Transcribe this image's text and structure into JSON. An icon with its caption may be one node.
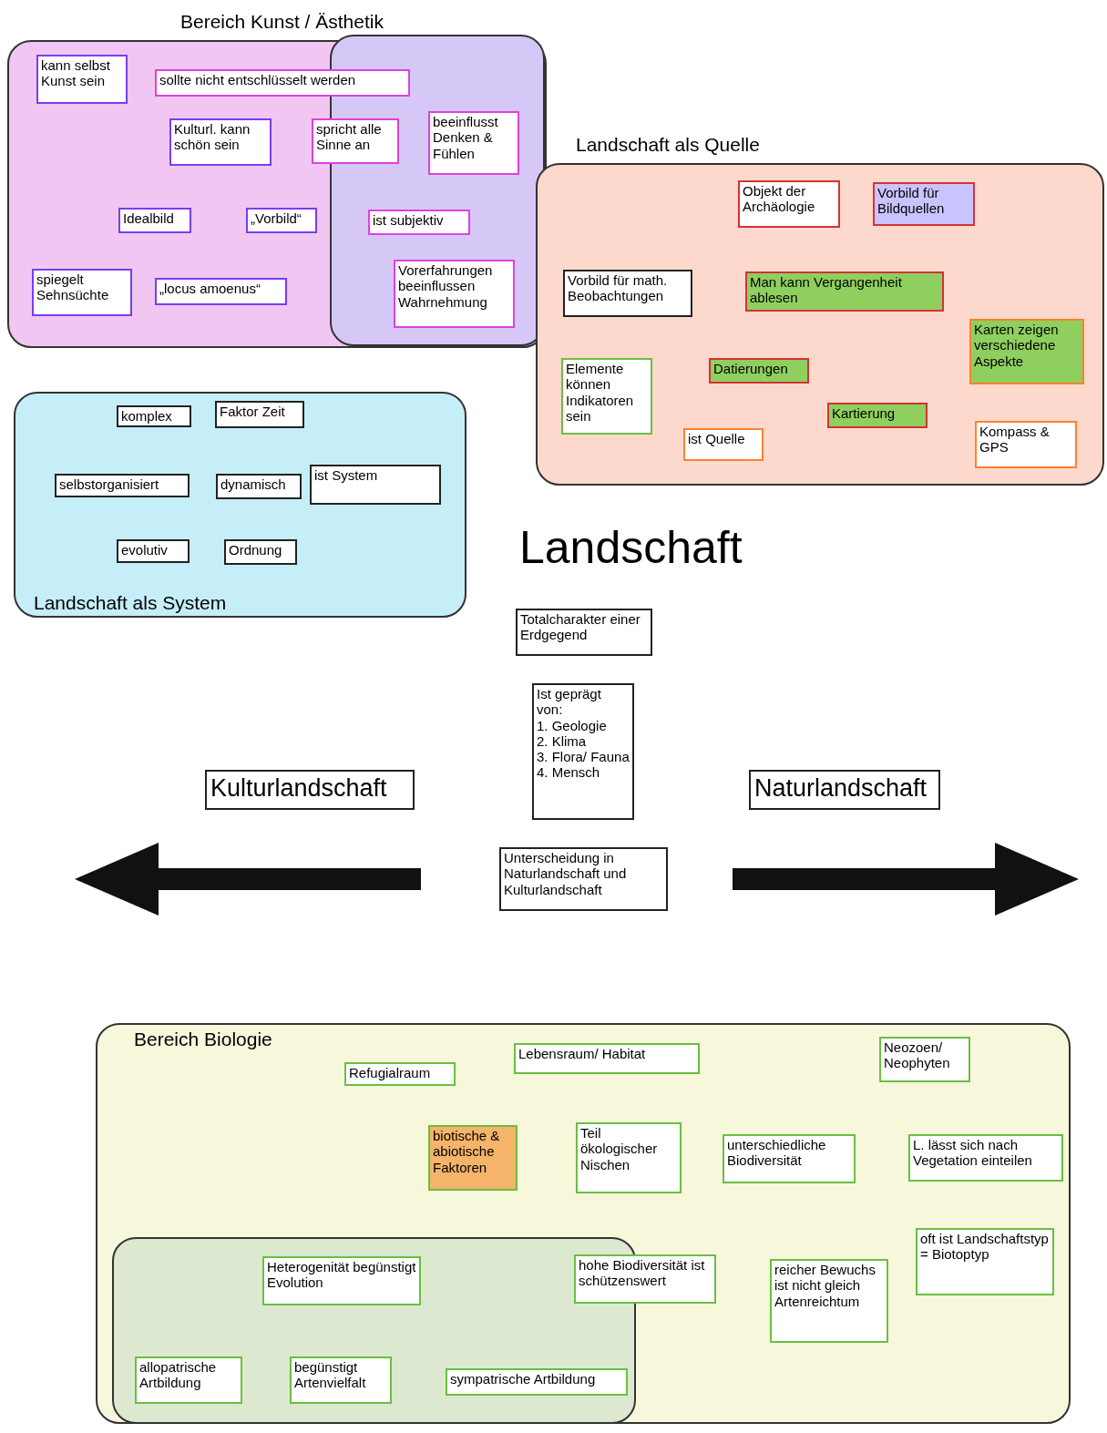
{
  "diagram": {
    "title": "Landschaft",
    "nodes": [
      {
        "text": [
          "Bereich Kunst / Ästhetik"
        ]
      },
      {
        "text": [],
        "shape": "box",
        "in": 0
      },
      {
        "text": [
          "kann selbst Kunst sein"
        ],
        "in": 0
      },
      {
        "text": [
          "sollte nicht entschlüsselt werden"
        ],
        "in": 0
      },
      {
        "text": [
          "Kulturl. kann schön sein"
        ],
        "in": 0
      },
      {
        "text": [
          "spricht alle Sinne an"
        ],
        "in": 0
      },
      {
        "text": [
          "beeinflusst Denken & Fühlen"
        ],
        "in": 1
      },
      {
        "text": [
          "Idealbild"
        ],
        "in": 0
      },
      {
        "text": [
          "„Vorbild“"
        ],
        "in": 0
      },
      {
        "text": [
          "ist subjektiv"
        ],
        "in": 1
      },
      {
        "text": [
          "spiegelt Sehnsüchte"
        ],
        "in": 0
      },
      {
        "text": [
          "„locus amoenus“"
        ],
        "in": 0
      },
      {
        "text": [
          "Vorerfahrungen beeinflussen Wahrnehmung"
        ],
        "in": 1
      },
      {
        "text": [
          "Landschaft als Quelle"
        ]
      },
      {
        "text": [
          "Objekt der Archäologie"
        ],
        "in": 13
      },
      {
        "text": [
          "Vorbild für Bildquellen"
        ],
        "in": 13
      },
      {
        "text": [
          "Vorbild für math. Beobachtungen"
        ],
        "in": 13
      },
      {
        "text": [
          "Man kann Vergangenheit ablesen"
        ],
        "in": 13
      },
      {
        "text": [
          "Karten zeigen verschiedene Aspekte"
        ],
        "in": 13
      },
      {
        "text": [
          "Elemente können Indikatoren sein"
        ],
        "in": 13
      },
      {
        "text": [
          "Datierungen"
        ],
        "in": 13
      },
      {
        "text": [
          "Kartierung"
        ],
        "in": 13
      },
      {
        "text": [
          "ist Quelle"
        ],
        "in": 13
      },
      {
        "text": [
          "Kompass & GPS"
        ],
        "in": 13
      },
      {
        "text": [
          "Landschaft als System"
        ]
      },
      {
        "text": [
          "komplex"
        ],
        "in": 24
      },
      {
        "text": [
          "Faktor Zeit"
        ],
        "in": 24
      },
      {
        "text": [
          "selbstorganisiert"
        ],
        "in": 24
      },
      {
        "text": [
          "dynamisch"
        ],
        "in": 24
      },
      {
        "text": [
          "ist System"
        ],
        "in": 24
      },
      {
        "text": [
          "evolutiv"
        ],
        "in": 24
      },
      {
        "text": [
          "Ordnung"
        ],
        "in": 24
      },
      {
        "text": [
          "Totalcharakter einer Erdgegend"
        ]
      },
      {
        "text": [
          "Ist geprägt von:",
          "1. Geologie",
          "2. Klima",
          "3. Flora/ Fauna",
          "4. Mensch"
        ]
      },
      {
        "text": [
          "Kulturlandschaft"
        ]
      },
      {
        "text": [
          "Naturlandschaft"
        ]
      },
      {
        "text": [
          "Unterscheidung in Naturlandschaft und Kulturlandschaft"
        ]
      },
      {
        "text": [
          "Bereich Biologie"
        ]
      },
      {
        "text": [
          "Refugialraum"
        ],
        "in": 37
      },
      {
        "text": [
          "Lebensraum/ Habitat"
        ],
        "in": 37
      },
      {
        "text": [
          "Neozoen/ Neophyten"
        ],
        "in": 37
      },
      {
        "text": [
          "biotische & abiotische Faktoren"
        ],
        "in": 37
      },
      {
        "text": [
          "Teil ökologischer Nischen"
        ],
        "in": 37
      },
      {
        "text": [
          "unterschiedliche Biodiversität"
        ],
        "in": 37
      },
      {
        "text": [
          "L. lässt sich nach Vegetation einteilen"
        ],
        "in": 37
      },
      {
        "text": [
          "oft ist Landschaftstyp = Biotoptyp"
        ],
        "in": 37
      },
      {
        "text": [],
        "shape": "box",
        "in": 37
      },
      {
        "text": [
          "Heterogenität begünstigt Evolution"
        ],
        "in": 46
      },
      {
        "text": [
          "hohe Biodiversität ist schützenswert"
        ],
        "in": 37
      },
      {
        "text": [
          "reicher Bewuchs ist nicht gleich Artenreichtum"
        ],
        "in": 37
      },
      {
        "text": [
          "allopatrische Artbildung"
        ],
        "in": 46
      },
      {
        "text": [
          "begünstigt Artenvielfalt"
        ],
        "in": 46
      },
      {
        "text": [
          "sympatrische Artbildung"
        ],
        "in": 46
      }
    ],
    "edges": []
  }
}
